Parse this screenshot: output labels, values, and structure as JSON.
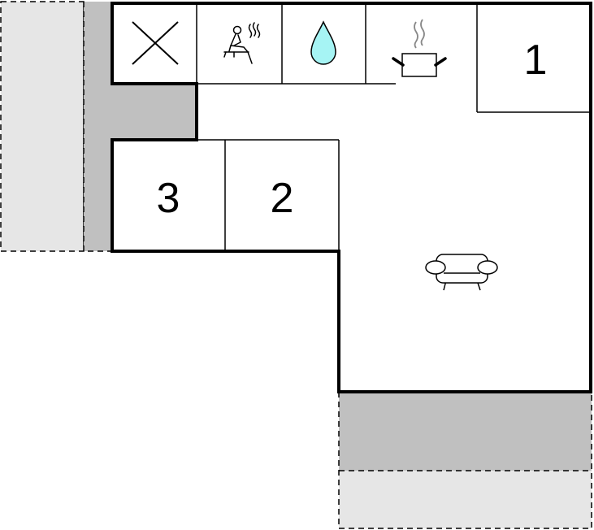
{
  "rooms": {
    "bedroom_1": {
      "label": "1"
    },
    "bedroom_2": {
      "label": "2"
    },
    "bedroom_3": {
      "label": "3"
    }
  },
  "icons": {
    "wc": "cross-icon",
    "sauna": "sauna-icon",
    "water": "water-drop-icon",
    "kitchen": "cooking-pot-icon",
    "living": "sofa-icon"
  },
  "colors": {
    "wall": "#000000",
    "covered_terrace": "#c0c0c0",
    "open_terrace": "#e6e6e6",
    "water_drop": "#a6f4f4",
    "steam": "#888888"
  }
}
